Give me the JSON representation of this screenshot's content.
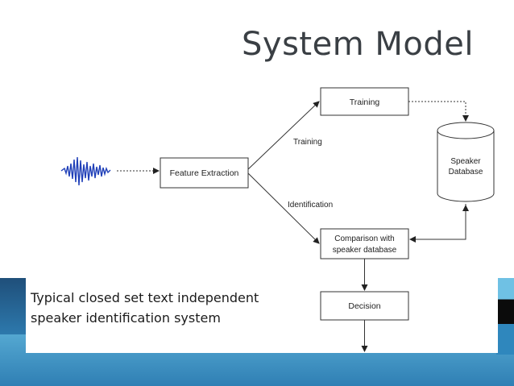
{
  "slide": {
    "title": "System Model"
  },
  "diagram": {
    "nodes": {
      "training_box": "Training",
      "feature_extraction": "Feature Extraction",
      "speaker_database_line1": "Speaker",
      "speaker_database_line2": "Database",
      "comparison_line1": "Comparison with",
      "comparison_line2": "speaker database",
      "decision": "Decision"
    },
    "edge_labels": {
      "training": "Training",
      "identification": "Identification"
    }
  },
  "caption": {
    "line1": "Typical closed set text  independent",
    "line2": "speaker identification system"
  },
  "colors": {
    "band": "#3b8fc4",
    "title": "#3a3f44",
    "waveform": "#1f3fb8"
  }
}
